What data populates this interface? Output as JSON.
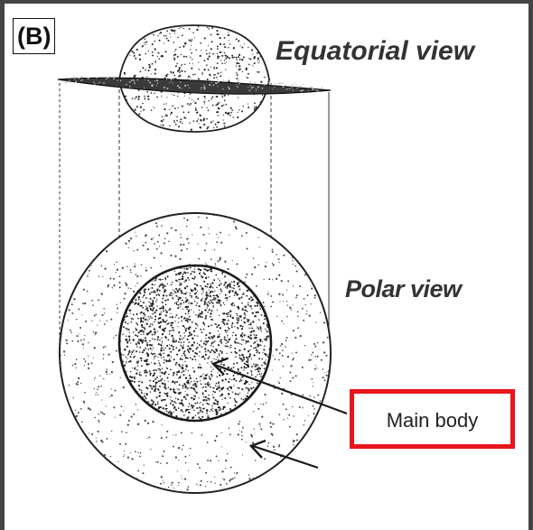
{
  "figure": {
    "panel_label": "(B)",
    "equatorial_label": "Equatorial view",
    "polar_label": "Polar view",
    "callout_label": "Main body"
  },
  "colors": {
    "frame": "#444444",
    "ink": "#222222",
    "callout_border": "#e8151b"
  }
}
